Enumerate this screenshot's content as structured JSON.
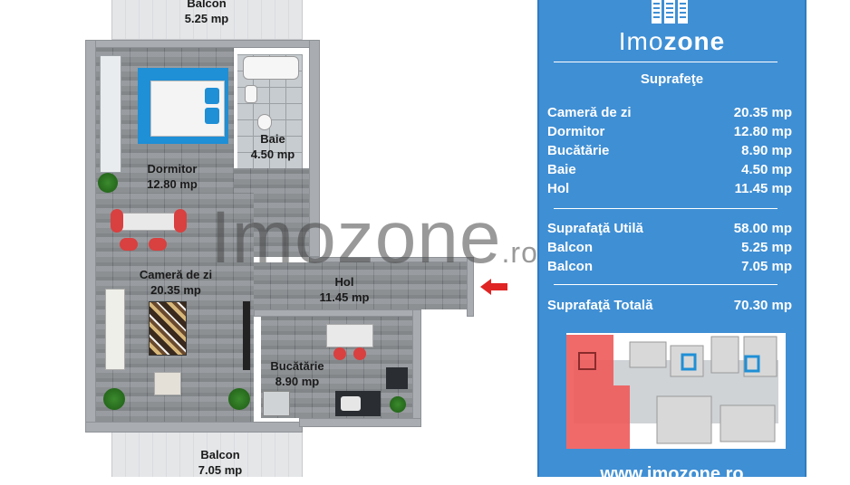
{
  "rooms": {
    "balcon_top": {
      "name": "Balcon",
      "area": "5.25 mp"
    },
    "dormitor": {
      "name": "Dormitor",
      "area": "12.80 mp"
    },
    "baie": {
      "name": "Baie",
      "area": "4.50 mp"
    },
    "camera": {
      "name": "Cameră de zi",
      "area": "20.35 mp"
    },
    "hol": {
      "name": "Hol",
      "area": "11.45 mp"
    },
    "bucatarie": {
      "name": "Bucătărie",
      "area": "8.90 mp"
    },
    "balcon_bottom": {
      "name": "Balcon",
      "area": "7.05 mp"
    }
  },
  "watermark": {
    "main": "Imozone",
    "tld": ".ro"
  },
  "panel": {
    "brand_light": "Imo",
    "brand_bold": "zone",
    "title": "Suprafeţe",
    "rooms_list": [
      {
        "name": "Cameră de zi",
        "value": "20.35 mp"
      },
      {
        "name": "Dormitor",
        "value": "12.80 mp"
      },
      {
        "name": "Bucătărie",
        "value": "8.90 mp"
      },
      {
        "name": "Baie",
        "value": "4.50 mp"
      },
      {
        "name": "Hol",
        "value": "11.45 mp"
      }
    ],
    "summary_list": [
      {
        "name": "Suprafaţă Utilă",
        "value": "58.00 mp"
      },
      {
        "name": "Balcon",
        "value": "5.25 mp"
      },
      {
        "name": "Balcon",
        "value": "7.05 mp"
      }
    ],
    "total": {
      "name": "Suprafaţă Totală",
      "value": "70.30 mp"
    },
    "website": "www.imozone.ro"
  },
  "colors": {
    "panel_blue": "#3f8fd4",
    "highlight_red": "#f05a5a",
    "arrow_red": "#e02424",
    "bed_blue": "#1f8fd6"
  }
}
